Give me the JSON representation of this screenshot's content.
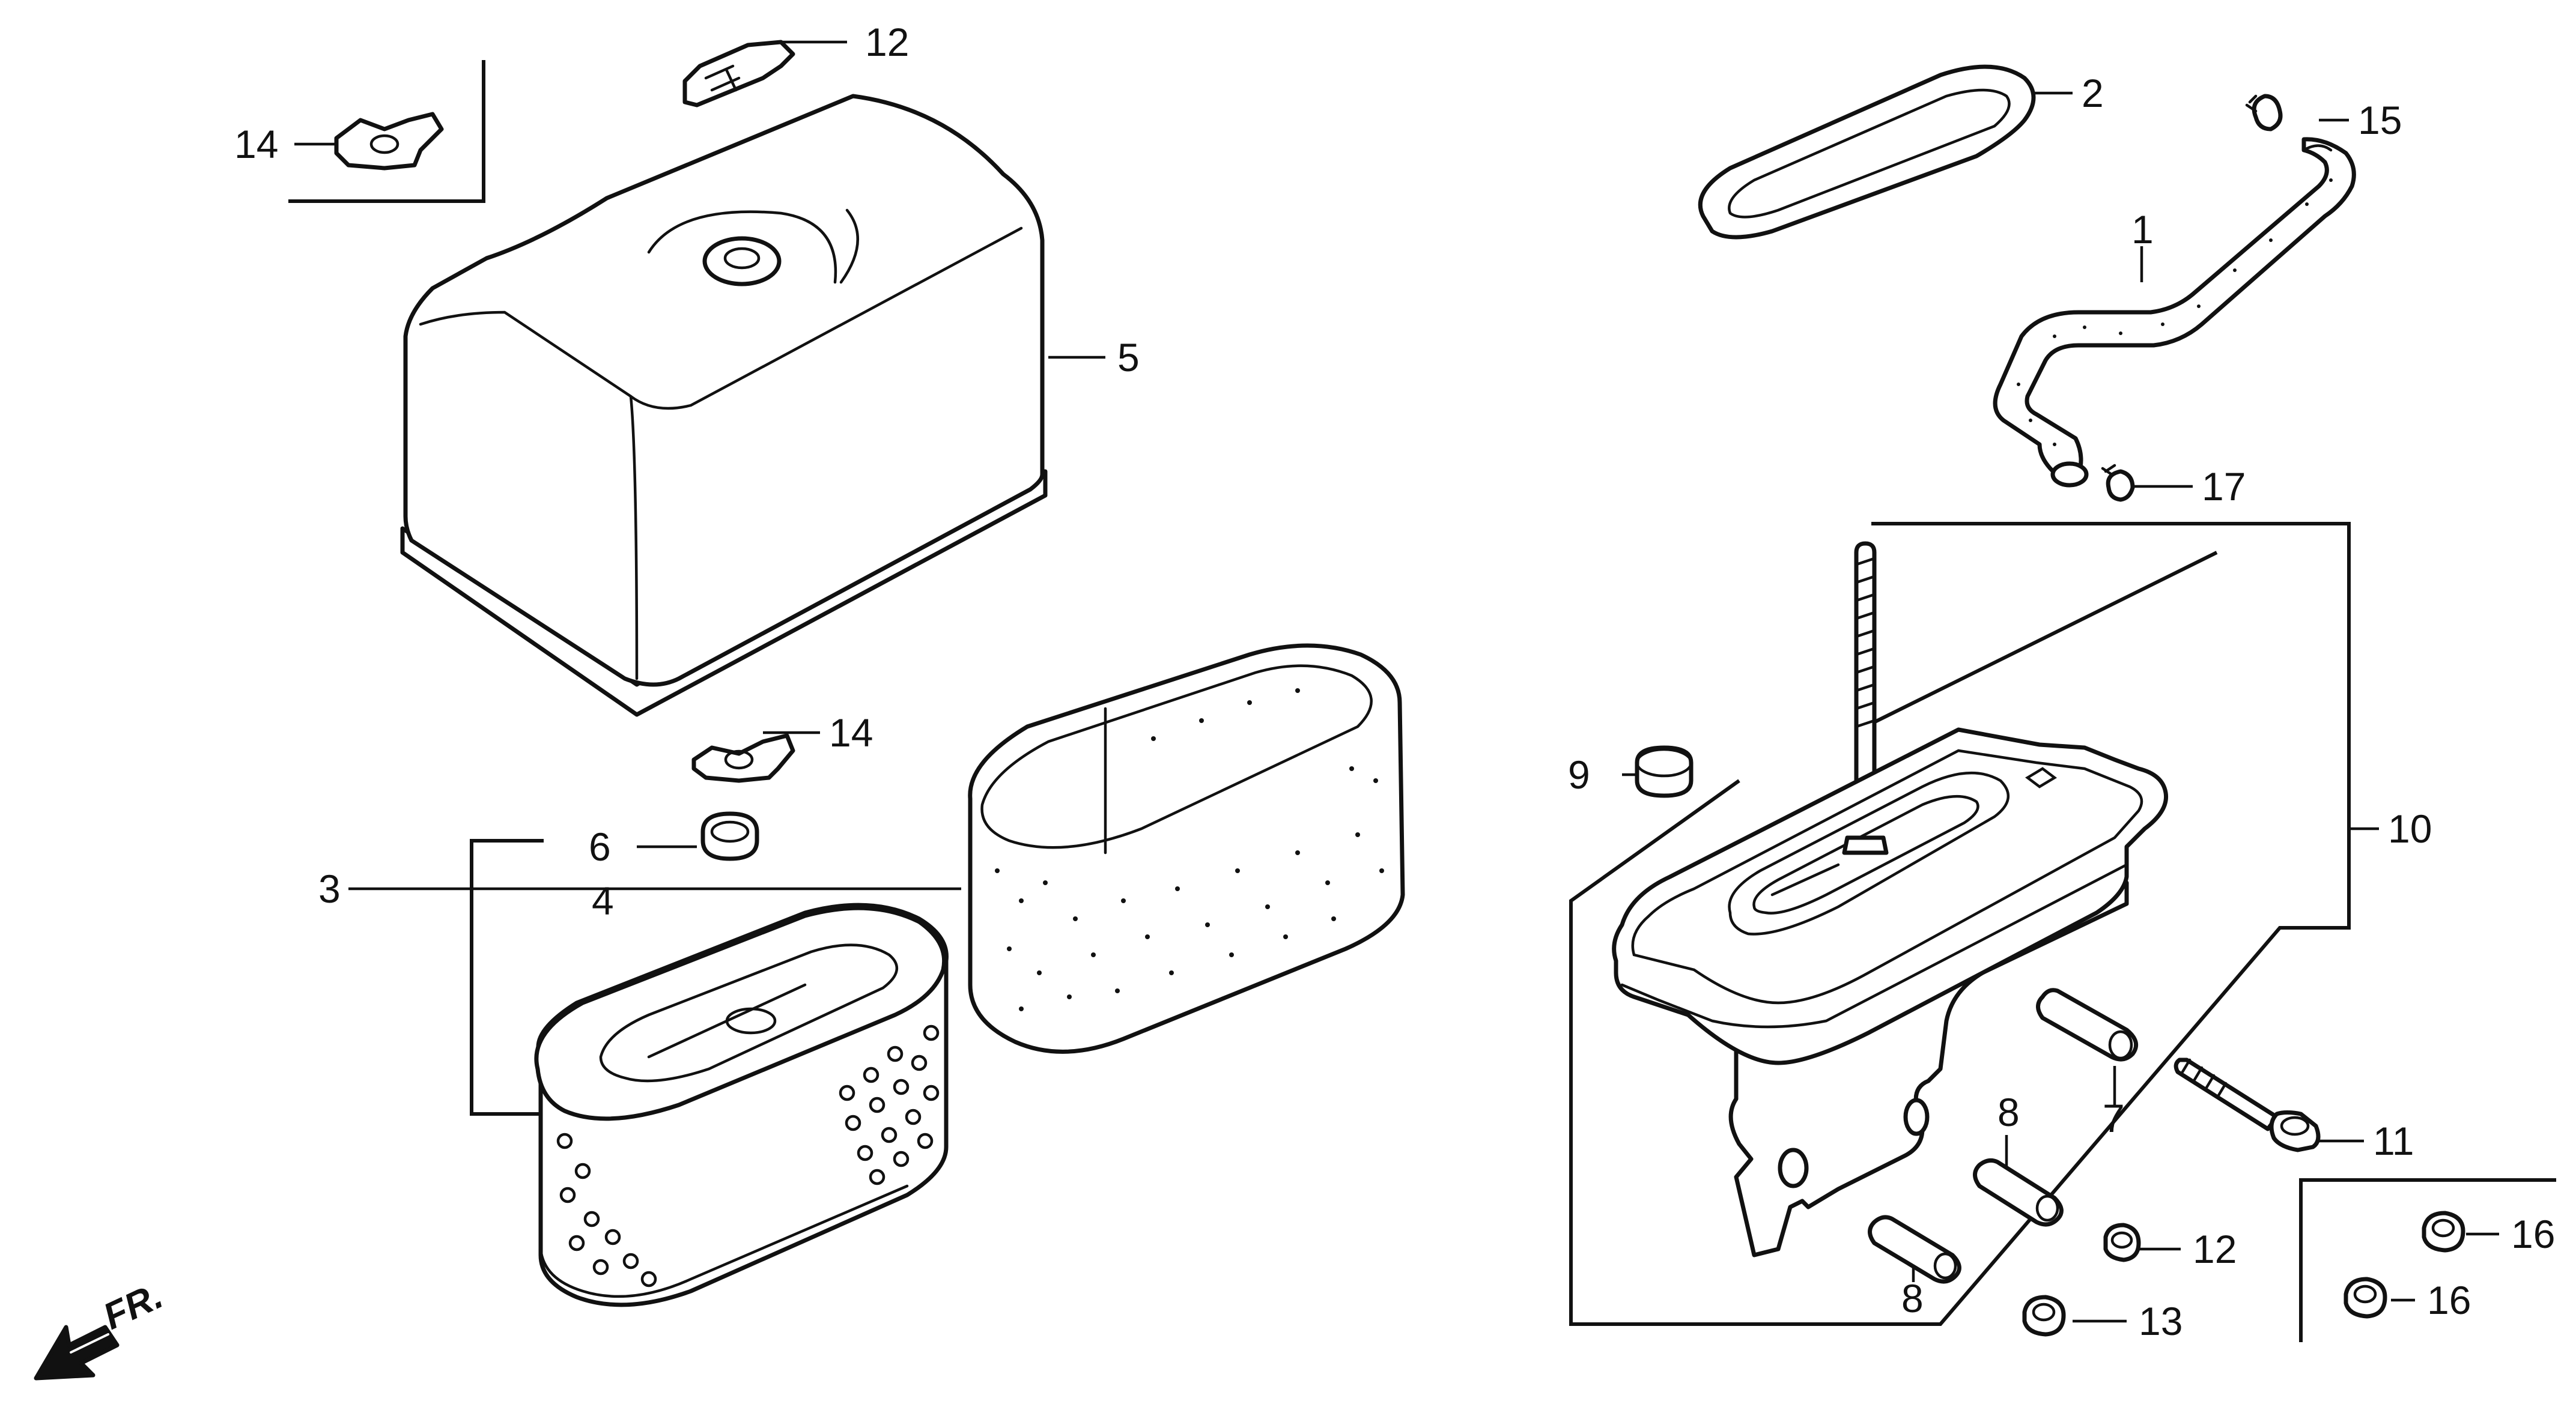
{
  "diagram": {
    "direction_label": "FR.",
    "callouts": [
      "1",
      "2",
      "3",
      "4",
      "5",
      "6",
      "7",
      "8",
      "8",
      "9",
      "10",
      "11",
      "12",
      "12",
      "13",
      "14",
      "14",
      "15",
      "16",
      "16",
      "17"
    ],
    "parts": [
      {
        "ref": "1",
        "name": "breather-tube"
      },
      {
        "ref": "2",
        "name": "gasket"
      },
      {
        "ref": "3",
        "name": "filter-element-assembly"
      },
      {
        "ref": "4",
        "name": "outer-foam-element"
      },
      {
        "ref": "5",
        "name": "air-cleaner-cover"
      },
      {
        "ref": "6",
        "name": "grommet"
      },
      {
        "ref": "7",
        "name": "collar"
      },
      {
        "ref": "8",
        "name": "collar"
      },
      {
        "ref": "9",
        "name": "spacer"
      },
      {
        "ref": "10",
        "name": "air-cleaner-case"
      },
      {
        "ref": "11",
        "name": "bolt"
      },
      {
        "ref": "12",
        "name": "nut"
      },
      {
        "ref": "13",
        "name": "clip"
      },
      {
        "ref": "14",
        "name": "wing-nut"
      },
      {
        "ref": "15",
        "name": "tube-clip"
      },
      {
        "ref": "16",
        "name": "flange-nut"
      },
      {
        "ref": "17",
        "name": "tube-clip"
      }
    ]
  }
}
